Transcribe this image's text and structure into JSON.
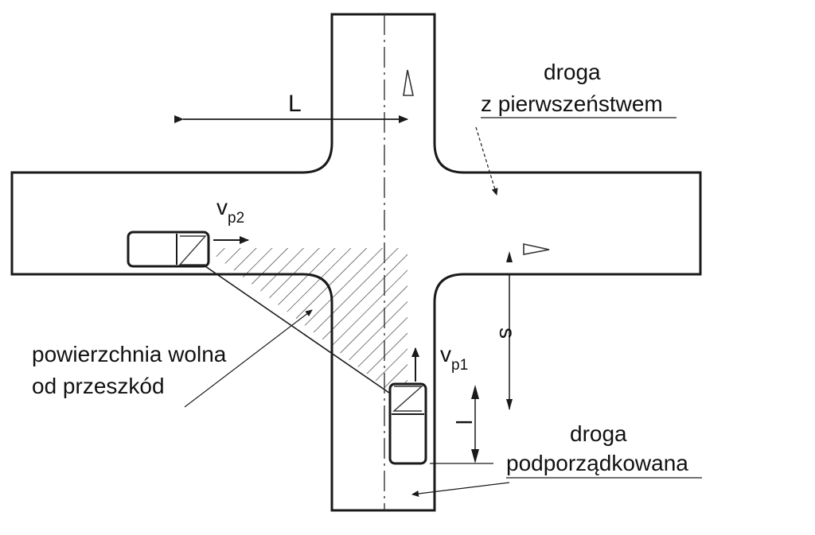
{
  "labels": {
    "dimension_L": "L",
    "dimension_s": "s",
    "dimension_l": "l",
    "v_main": "v",
    "v_main_sub": "p2",
    "v_minor": "v",
    "v_minor_sub": "p1",
    "major_road_line1": "droga",
    "major_road_line2": "z pierwszeństwem",
    "clear_area_line1": "powierzchnia wolna",
    "clear_area_line2": "od przeszkód",
    "minor_road_line1": "droga",
    "minor_road_line2": "podporządkowana"
  },
  "colors": {
    "ink": "#1a1a1a",
    "background": "#ffffff"
  }
}
